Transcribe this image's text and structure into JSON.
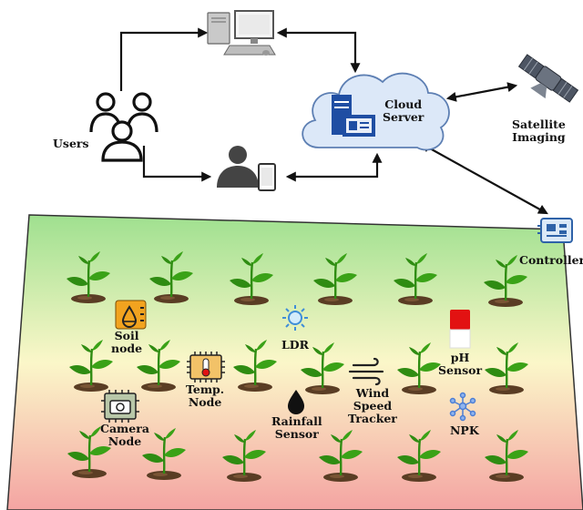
{
  "top": {
    "users_label": "Users",
    "cloud_label": [
      "Cloud",
      "Server"
    ],
    "satellite_label": [
      "Satellite",
      "Imaging"
    ]
  },
  "field": {
    "controller_label": "Controller",
    "nodes": {
      "soil": [
        "Soil",
        "node"
      ],
      "ldr": [
        "LDR"
      ],
      "ph": [
        "pH",
        "Sensor"
      ],
      "temp": [
        "Temp.",
        "Node"
      ],
      "wind": [
        "Wind",
        "Speed",
        "Tracker"
      ],
      "camera": [
        "Camera",
        "Node"
      ],
      "rainfall": [
        "Rainfall",
        "Sensor"
      ],
      "npk": [
        "NPK"
      ]
    }
  },
  "colors": {
    "field_top": "#9fe08f",
    "field_mid": "#fbf7c9",
    "field_bottom": "#f4a4a2",
    "cloud_fill": "#dce8f8",
    "cloud_stroke": "#5d7fb3",
    "server_blue": "#1f4ea3",
    "leaf_green": "#2f8c12",
    "soil_brown": "#5a3d24",
    "node_orange": "#f2a31f",
    "ph_red": "#e21212"
  },
  "icons": [
    "desktop-computer-icon",
    "users-group-icon",
    "user-with-phone-icon",
    "cloud-icon",
    "server-icon",
    "satellite-icon",
    "controller-chip-icon",
    "soil-moisture-icon",
    "ldr-sun-icon",
    "ph-sensor-icon",
    "temperature-chip-icon",
    "wind-icon",
    "camera-chip-icon",
    "rain-drop-icon",
    "npk-network-icon",
    "plant-icon"
  ]
}
